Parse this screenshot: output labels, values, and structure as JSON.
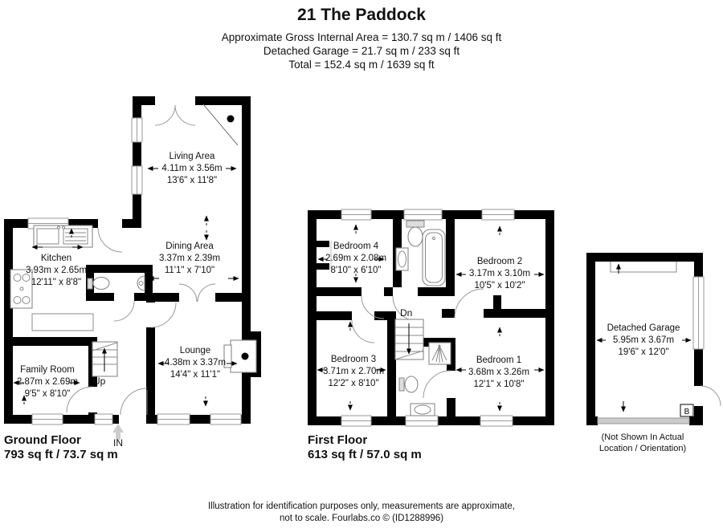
{
  "header": {
    "title": "21 The Paddock",
    "line1": "Approximate Gross Internal Area = 130.7 sq m / 1406 sq ft",
    "line2": "Detached Garage = 21.7 sq m / 233 sq ft",
    "line3": "Total = 152.4 sq m / 1639 sq ft"
  },
  "ground": {
    "label": "Ground Floor",
    "area": "793 sq ft / 73.7 sq m",
    "entrance": "IN",
    "stairs": "Up",
    "rooms": {
      "living": {
        "name": "Living Area",
        "metric": "4.11m x 3.56m",
        "imperial": "13'6\" x 11'8\""
      },
      "dining": {
        "name": "Dining Area",
        "metric": "3.37m x 2.39m",
        "imperial": "11'1\" x 7'10\""
      },
      "kitchen": {
        "name": "Kitchen",
        "metric": "3.93m x 2.65m",
        "imperial": "12'11\" x 8'8\""
      },
      "family": {
        "name": "Family Room",
        "metric": "2.87m x 2.69m",
        "imperial": "9'5\" x 8'10\""
      },
      "lounge": {
        "name": "Lounge",
        "metric": "4.38m x 3.37m",
        "imperial": "14'4\" x 11'1\""
      }
    }
  },
  "first": {
    "label": "First Floor",
    "area": "613 sq ft / 57.0 sq m",
    "stairs": "Dn",
    "rooms": {
      "bedroom4": {
        "name": "Bedroom 4",
        "metric": "2.69m x 2.08m",
        "imperial": "8'10\" x 6'10\""
      },
      "bedroom2": {
        "name": "Bedroom 2",
        "metric": "3.17m x 3.10m",
        "imperial": "10'5\" x 10'2\""
      },
      "bedroom3": {
        "name": "Bedroom 3",
        "metric": "3.71m x 2.70m",
        "imperial": "12'2\" x 8'10\""
      },
      "bedroom1": {
        "name": "Bedroom 1",
        "metric": "3.68m x 3.26m",
        "imperial": "12'1\" x 10'8\""
      }
    }
  },
  "garage": {
    "room": {
      "name": "Detached Garage",
      "metric": "5.95m x 3.67m",
      "imperial": "19'6\" x 12'0\""
    },
    "note1": "(Not Shown In Actual",
    "note2": "Location / Orientation)",
    "boiler": "B"
  },
  "footer": {
    "line1": "Illustration for identification purposes only, measurements are approximate,",
    "line2": "not to scale. Fourlabs.co © (ID1288996)"
  },
  "colors": {
    "wall": "#000000",
    "fixture": "#888888",
    "window": "#999999",
    "light_arrow": "#cccccc"
  }
}
